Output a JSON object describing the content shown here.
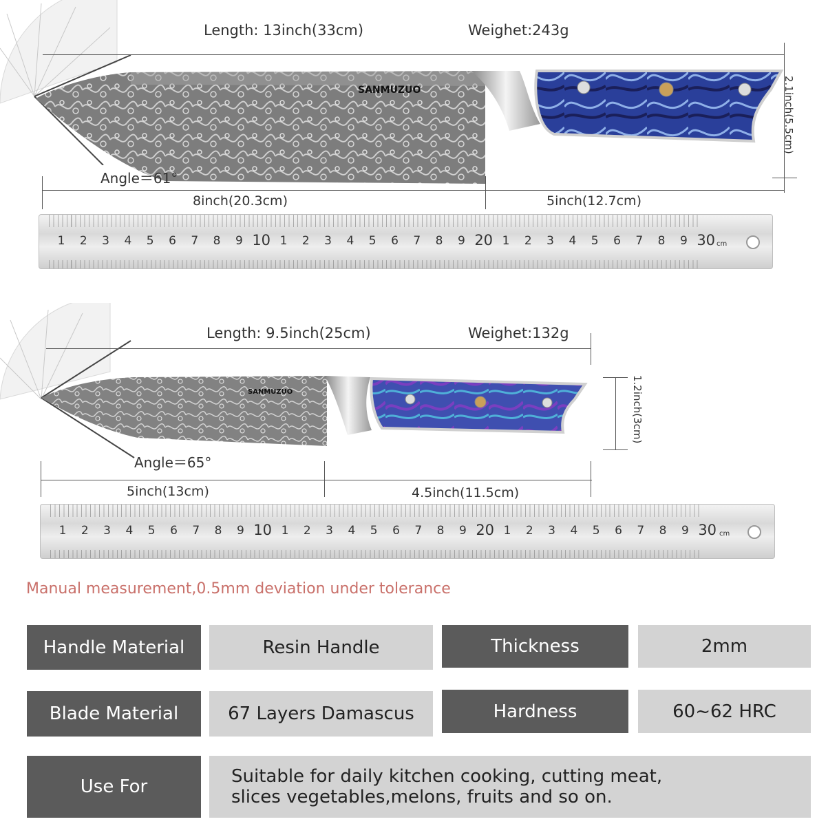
{
  "knife1": {
    "length_label": "Length: 13inch(33cm)",
    "weight_label": "Weighet:243g",
    "height_label": "2.1inch(5.5cm)",
    "angle_label": "Angle＝61°",
    "blade_label": "8inch(20.3cm)",
    "handle_label": "5inch(12.7cm)",
    "brand": "SANMUZUO",
    "handle_color": "#2a3f9a",
    "blade_color": "#8a8a8a"
  },
  "knife2": {
    "length_label": "Length: 9.5inch(25cm)",
    "weight_label": "Weighet:132g",
    "height_label": "1.2inch(3cm)",
    "angle_label": "Angle＝65°",
    "blade_label": "5inch(13cm)",
    "handle_label": "4.5inch(11.5cm)",
    "brand": "SANMUZUO",
    "handle_color": "#3f4fb0",
    "blade_color": "#8f8f8f"
  },
  "ruler": {
    "numbers": [
      "1",
      "2",
      "3",
      "4",
      "5",
      "6",
      "7",
      "8",
      "9",
      "10",
      "1",
      "2",
      "3",
      "4",
      "5",
      "6",
      "7",
      "8",
      "9",
      "20",
      "1",
      "2",
      "3",
      "4",
      "5",
      "6",
      "7",
      "8",
      "9",
      "30"
    ],
    "unit": "cm"
  },
  "note": "Manual measurement,0.5mm deviation under tolerance",
  "specs": {
    "handle_material_label": "Handle Material",
    "handle_material_value": "Resin Handle",
    "thickness_label": "Thickness",
    "thickness_value": "2mm",
    "blade_material_label": "Blade Material",
    "blade_material_value": "67 Layers Damascus",
    "hardness_label": "Hardness",
    "hardness_value": "60~62 HRC",
    "use_for_label": "Use For",
    "use_for_line1": "Suitable for daily kitchen cooking, cutting meat,",
    "use_for_line2": "slices vegetables,melons, fruits and so on."
  },
  "colors": {
    "dark_cell": "#5b5b5b",
    "light_cell": "#d3d3d3",
    "note_text": "#c9706a"
  }
}
